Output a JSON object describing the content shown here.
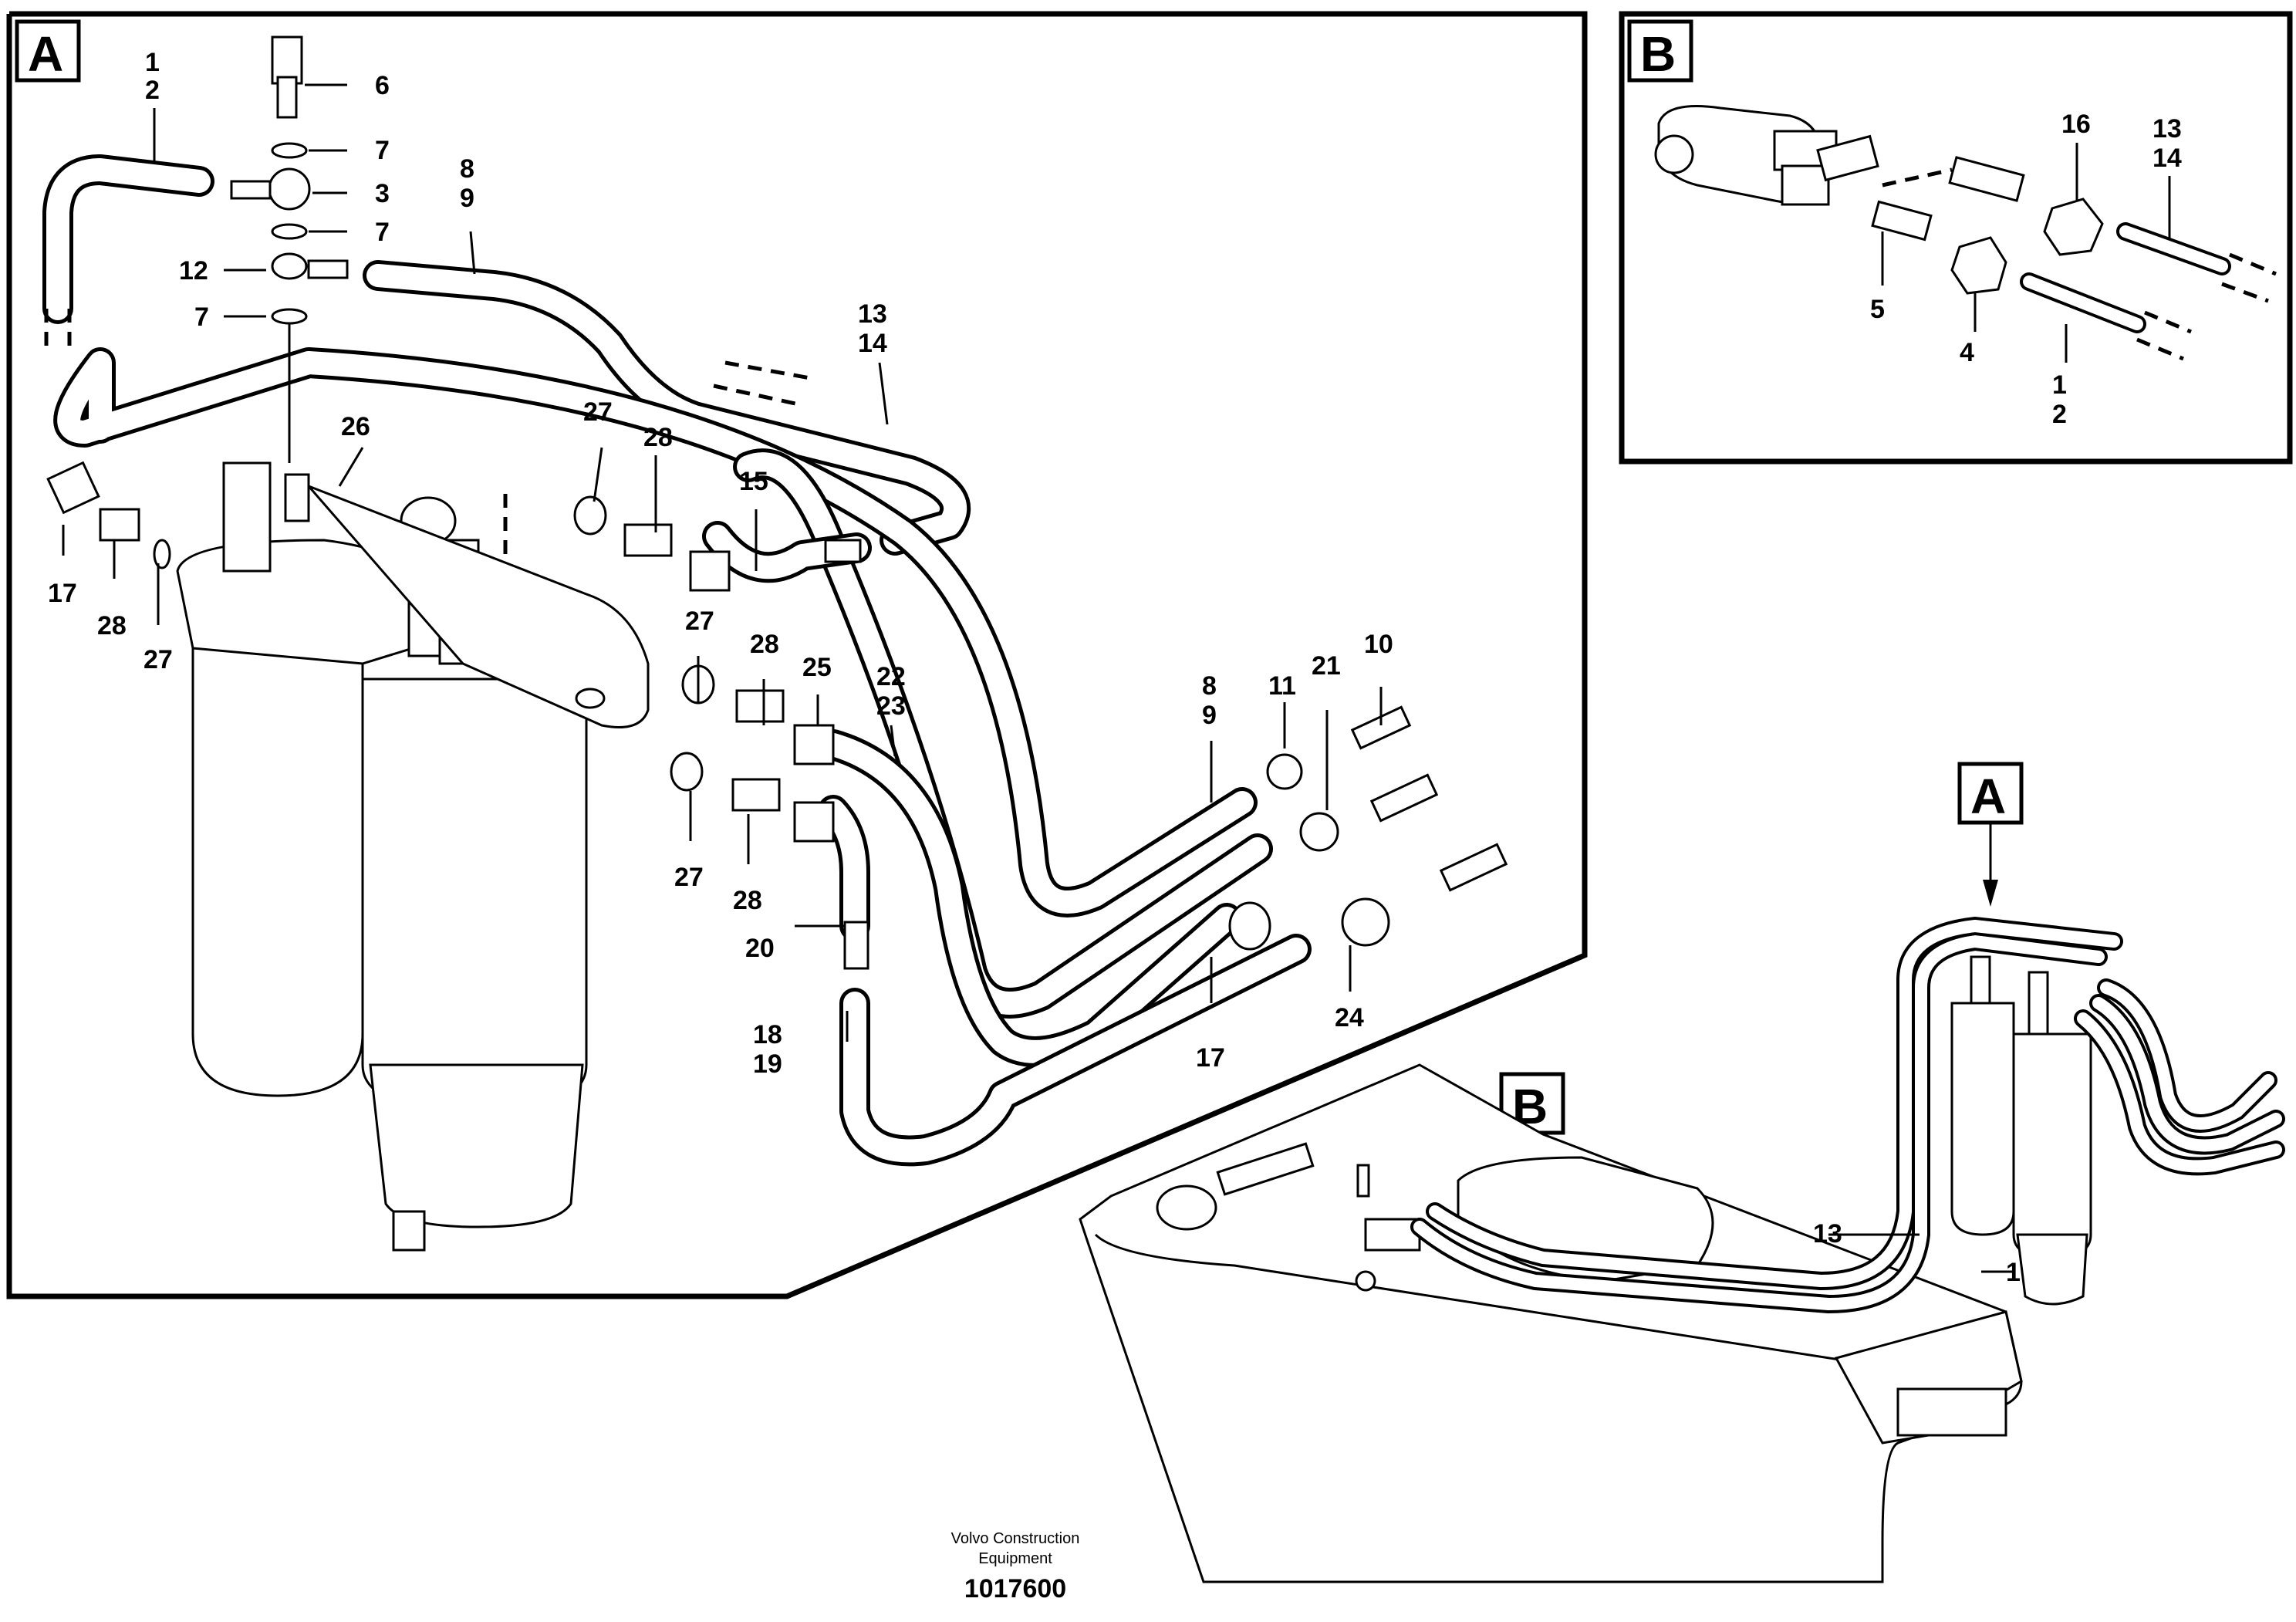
{
  "panels": {
    "a": {
      "label": "A"
    },
    "b": {
      "label": "B"
    },
    "overview_a": {
      "label": "A"
    },
    "overview_b": {
      "label": "B"
    }
  },
  "callouts_a": [
    {
      "id": "c1a",
      "text": "1"
    },
    {
      "id": "c2a",
      "text": "2"
    },
    {
      "id": "c6",
      "text": "6"
    },
    {
      "id": "c7a",
      "text": "7"
    },
    {
      "id": "c3",
      "text": "3"
    },
    {
      "id": "c7b",
      "text": "7"
    },
    {
      "id": "c12",
      "text": "12"
    },
    {
      "id": "c7c",
      "text": "7"
    },
    {
      "id": "c8a",
      "text": "8"
    },
    {
      "id": "c9a",
      "text": "9"
    },
    {
      "id": "c13a",
      "text": "13"
    },
    {
      "id": "c14a",
      "text": "14"
    },
    {
      "id": "c26",
      "text": "26"
    },
    {
      "id": "c27a",
      "text": "27"
    },
    {
      "id": "c28a",
      "text": "28"
    },
    {
      "id": "c15",
      "text": "15"
    },
    {
      "id": "c17a",
      "text": "17"
    },
    {
      "id": "c28b",
      "text": "28"
    },
    {
      "id": "c27b",
      "text": "27"
    },
    {
      "id": "c27c",
      "text": "27"
    },
    {
      "id": "c28c",
      "text": "28"
    },
    {
      "id": "c25",
      "text": "25"
    },
    {
      "id": "c22",
      "text": "22"
    },
    {
      "id": "c23",
      "text": "23"
    },
    {
      "id": "c10",
      "text": "10"
    },
    {
      "id": "c11",
      "text": "11"
    },
    {
      "id": "c21",
      "text": "21"
    },
    {
      "id": "c8b",
      "text": "8"
    },
    {
      "id": "c9b",
      "text": "9"
    },
    {
      "id": "c27d",
      "text": "27"
    },
    {
      "id": "c28d",
      "text": "28"
    },
    {
      "id": "c20",
      "text": "20"
    },
    {
      "id": "c18",
      "text": "18"
    },
    {
      "id": "c19",
      "text": "19"
    },
    {
      "id": "c17b",
      "text": "17"
    },
    {
      "id": "c24",
      "text": "24"
    }
  ],
  "callouts_b": [
    {
      "id": "c16",
      "text": "16"
    },
    {
      "id": "c13b",
      "text": "13"
    },
    {
      "id": "c14b",
      "text": "14"
    },
    {
      "id": "c5",
      "text": "5"
    },
    {
      "id": "c4",
      "text": "4"
    },
    {
      "id": "c1b",
      "text": "1"
    },
    {
      "id": "c2b",
      "text": "2"
    }
  ],
  "callouts_overview": [
    {
      "id": "c13c",
      "text": "13"
    },
    {
      "id": "c1c",
      "text": "1"
    }
  ],
  "footer": {
    "publisher_line1": "Volvo Construction",
    "publisher_line2": "Equipment",
    "drawing_number": "1017600"
  }
}
